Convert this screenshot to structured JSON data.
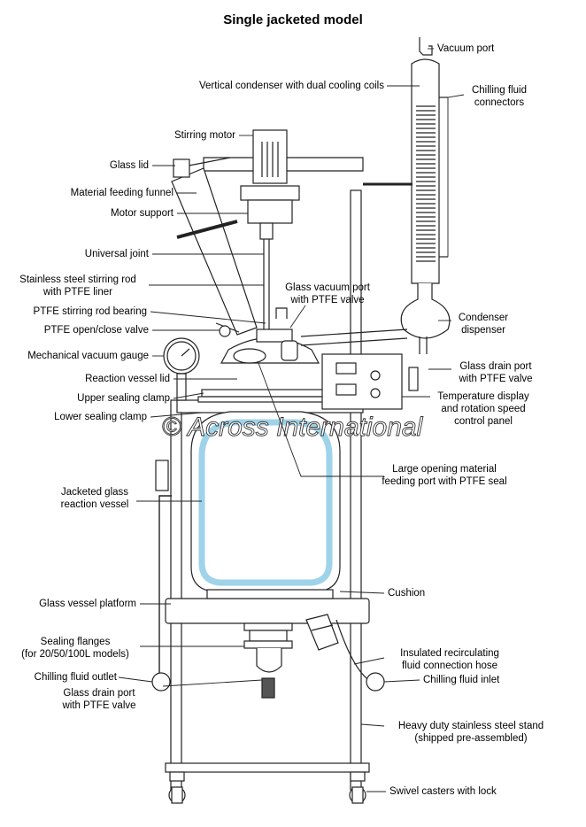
{
  "title": "Single jacketed model",
  "watermark": "© Across International",
  "colors": {
    "jacket": "#9ed3ea",
    "line": "#222222"
  },
  "labels": {
    "vacuum_port": "Vacuum port",
    "vertical_condenser": "Vertical condenser with dual cooling coils",
    "chilling_fluid_connectors_1": "Chilling fluid",
    "chilling_fluid_connectors_2": "connectors",
    "stirring_motor": "Stirring motor",
    "glass_lid": "Glass lid",
    "material_feeding_funnel": "Material feeding funnel",
    "motor_support": "Motor support",
    "universal_joint": "Universal joint",
    "stirring_rod_1": "Stainless steel stirring rod",
    "stirring_rod_2": "with PTFE liner",
    "glass_vacuum_port_1": "Glass vacuum port",
    "glass_vacuum_port_2": "with PTFE valve",
    "ptfe_rod_bearing": "PTFE stirring rod bearing",
    "condenser_dispenser_1": "Condenser",
    "condenser_dispenser_2": "dispenser",
    "ptfe_open_close_valve": "PTFE open/close valve",
    "mechanical_vacuum_gauge": "Mechanical vacuum gauge",
    "glass_drain_port_top_1": "Glass drain port",
    "glass_drain_port_top_2": "with PTFE valve",
    "reaction_vessel_lid": "Reaction vessel lid",
    "upper_sealing_clamp": "Upper sealing clamp",
    "temp_display_1": "Temperature display",
    "temp_display_2": "and rotation speed",
    "temp_display_3": "control panel",
    "lower_sealing_clamp": "Lower sealing clamp",
    "large_opening_1": "Large opening material",
    "large_opening_2": "feeding port with PTFE seal",
    "jacketed_vessel_1": "Jacketed glass",
    "jacketed_vessel_2": "reaction vessel",
    "cushion": "Cushion",
    "glass_vessel_platform": "Glass vessel platform",
    "sealing_flanges_1": "Sealing flanges",
    "sealing_flanges_2": "(for 20/50/100L models)",
    "insulated_hose_1": "Insulated recirculating",
    "insulated_hose_2": "fluid connection hose",
    "chilling_fluid_outlet": "Chilling fluid outlet",
    "chilling_fluid_inlet": "Chilling fluid inlet",
    "glass_drain_port_bottom_1": "Glass drain port",
    "glass_drain_port_bottom_2": "with PTFE valve",
    "stand_1": "Heavy duty stainless steel stand",
    "stand_2": "(shipped pre-assembled)",
    "swivel_casters": "Swivel casters with lock"
  }
}
